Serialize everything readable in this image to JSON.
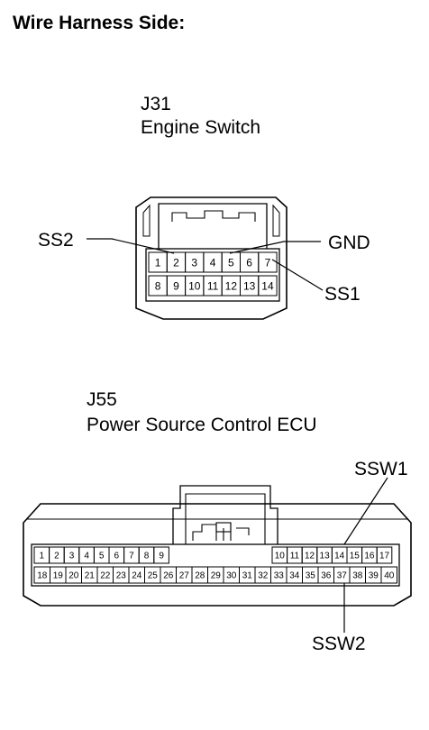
{
  "title": "Wire Harness Side:",
  "connectors": [
    {
      "id": "J31",
      "name": "Engine Switch",
      "pins_row1": [
        "1",
        "2",
        "3",
        "4",
        "5",
        "6",
        "7"
      ],
      "pins_row2": [
        "8",
        "9",
        "10",
        "11",
        "12",
        "13",
        "14"
      ],
      "signals": [
        {
          "label": "SS2",
          "pin": "2"
        },
        {
          "label": "GND",
          "pin": "5"
        },
        {
          "label": "SS1",
          "pin": "7"
        }
      ]
    },
    {
      "id": "J55",
      "name": "Power Source Control ECU",
      "pins_row1": [
        "1",
        "2",
        "3",
        "4",
        "5",
        "6",
        "7",
        "8",
        "9",
        "10",
        "11",
        "12",
        "13",
        "14",
        "15",
        "16",
        "17"
      ],
      "pins_row2": [
        "18",
        "19",
        "20",
        "21",
        "22",
        "23",
        "24",
        "25",
        "26",
        "27",
        "28",
        "29",
        "30",
        "31",
        "32",
        "33",
        "34",
        "35",
        "36",
        "37",
        "38",
        "39",
        "40"
      ],
      "signals": [
        {
          "label": "SSW1",
          "pin": "14"
        },
        {
          "label": "SSW2",
          "pin": "37"
        }
      ]
    }
  ]
}
